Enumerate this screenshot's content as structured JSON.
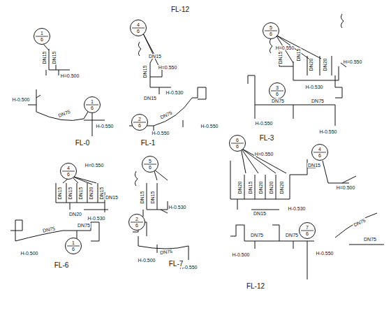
{
  "diagram": {
    "nodes": [
      {
        "text": [
          "1",
          "6"
        ]
      },
      {
        "text": [
          "4",
          "6"
        ]
      },
      {
        "text": [
          "5",
          "6"
        ]
      },
      {
        "text": [
          "1",
          "6"
        ]
      },
      {
        "text": [
          "2",
          "6"
        ]
      },
      {
        "text": [
          "3",
          "6"
        ]
      },
      {
        "text": [
          "4",
          "6"
        ]
      },
      {
        "text": [
          "5",
          "6"
        ]
      },
      {
        "text": [
          "6",
          "6"
        ]
      },
      {
        "text": [
          "4",
          "6"
        ]
      },
      {
        "text": [
          "1",
          "6"
        ]
      },
      {
        "text": [
          "2",
          "6"
        ]
      },
      {
        "text": [
          "7",
          "6"
        ]
      }
    ],
    "labels": [
      "DN15",
      "DN15",
      "H=0.500",
      "FL-12",
      "H=0.550",
      "DN15",
      "DN15",
      "DN15",
      "H-0.530",
      "H=0.550",
      "DN15",
      "DN15",
      "DN20",
      "DN20",
      "H=0.550",
      "H-0.530",
      "DN75",
      "H-0.500",
      "H-0.550",
      "FL-0",
      "DN75",
      "H-0.550",
      "H-0.550",
      "FL-1",
      "DN75",
      "DN75",
      "H-0.550",
      "H-0.550",
      "FL-3",
      "H=0.550",
      "DN15",
      "DN15",
      "DN15",
      "DN20",
      "DN15",
      "DN15",
      "DN20",
      "H-0.530",
      "DN15",
      "DN15",
      "H-0.530",
      "H=0.550",
      "DN20",
      "DN15",
      "DN20",
      "DN20",
      "DN20",
      "DN15",
      "DN15",
      "H-0.530",
      "H=0.500",
      "DN75",
      "DN75",
      "H-0.500",
      "FL-6",
      "DN75",
      "H-0.500",
      "H-0.550",
      "FL-7",
      "DN75",
      "DN75",
      "H-0.500",
      "H-0.550",
      "FL-12",
      "DN75",
      "DN75"
    ]
  }
}
